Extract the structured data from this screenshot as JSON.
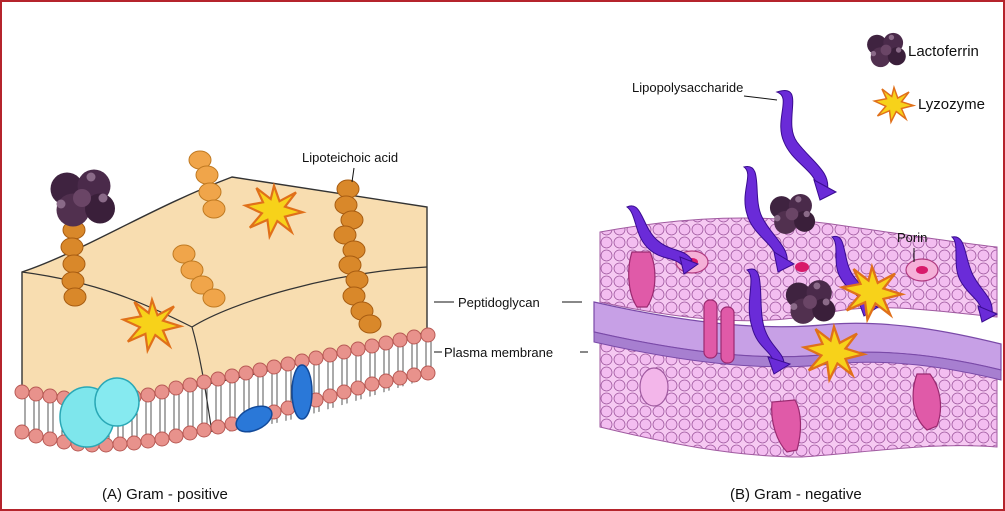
{
  "labels": {
    "lipoteichoic_acid": "Lipoteichoic acid",
    "peptidoglycan": "Peptidoglycan",
    "plasma_membrane": "Plasma membrane",
    "lipopolysaccharide": "Lipopolysaccharide",
    "porin": "Porin"
  },
  "captions": {
    "gram_positive": "(A)  Gram - positive",
    "gram_negative": "(B)  Gram - negative"
  },
  "legend": {
    "items": [
      {
        "icon": "lactoferrin-icon",
        "label": "Lactoferrin"
      },
      {
        "icon": "lyzozyme-icon",
        "label": "Lyzozyme"
      }
    ]
  },
  "colors": {
    "border": "#b5242c",
    "peptidoglycan_block": "#f8ddb0",
    "lipid_head": "#e8928c",
    "teichoic_bead": "#d9882a",
    "lactoferrin": "#4a2a4a",
    "lysozyme": "#f7d21a",
    "lipopolysaccharide": "#6a2bd8",
    "gram_negative_membrane": "#f0b8e8",
    "gram_negative_peptidoglycan": "#c7a0e6",
    "porin": "#e05aa8",
    "membrane_protein_cyan": "#7ee6ec",
    "membrane_protein_blue": "#2a78d8"
  }
}
